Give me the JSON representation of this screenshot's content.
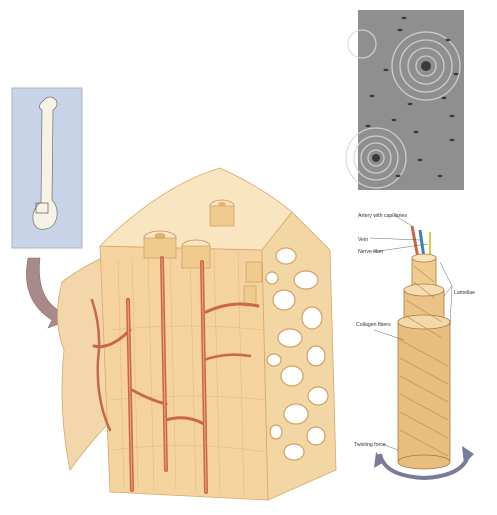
{
  "colors": {
    "background": "#ffffff",
    "inset_panel": "#c9d3e8",
    "bone_light": "#f6deb3",
    "bone_mid": "#eec98f",
    "bone_dark": "#d9a867",
    "vessel_red": "#c9674b",
    "arrow": "#a98a8a",
    "micrograph_bg": "#8f8f8f",
    "micrograph_dark": "#3b3b3b"
  },
  "icons": {
    "inset": "femur-bone-icon",
    "arrow": "curved-arrow-icon",
    "twist": "twist-arrow-icon"
  },
  "labels": {
    "artery": "Artery with capillaries",
    "vein": "Vein",
    "nerve": "Nerve fiber",
    "lamellae": "Lamellae",
    "collagen": "Collagen fibers",
    "twisting": "Twisting force"
  }
}
